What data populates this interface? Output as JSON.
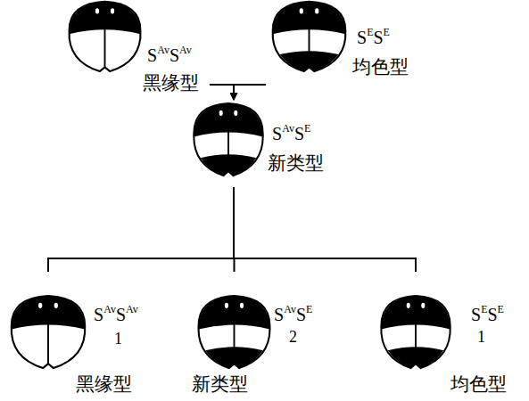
{
  "diagram": {
    "nodes": [
      {
        "text": [
          "SAvSAv",
          "黑缘型"
        ]
      },
      {
        "text": [
          "SESE",
          "均色型"
        ]
      },
      {
        "text": [
          "SAvSE",
          "新类型"
        ]
      },
      {
        "text": [
          "SAvSAv",
          "1",
          "黑缘型"
        ]
      },
      {
        "text": [
          "SAvSE",
          "2",
          "新类型"
        ]
      },
      {
        "text": [
          "SESE",
          "1",
          "均色型"
        ]
      }
    ],
    "edges": [
      {
        "from": 0,
        "to": 2,
        "arrow": "to"
      },
      {
        "from": 1,
        "to": 2,
        "arrow": "to"
      },
      {
        "from": 2,
        "to": 3,
        "arrow": "none"
      },
      {
        "from": 2,
        "to": 4,
        "arrow": "none"
      },
      {
        "from": 2,
        "to": 5,
        "arrow": "none"
      }
    ]
  }
}
